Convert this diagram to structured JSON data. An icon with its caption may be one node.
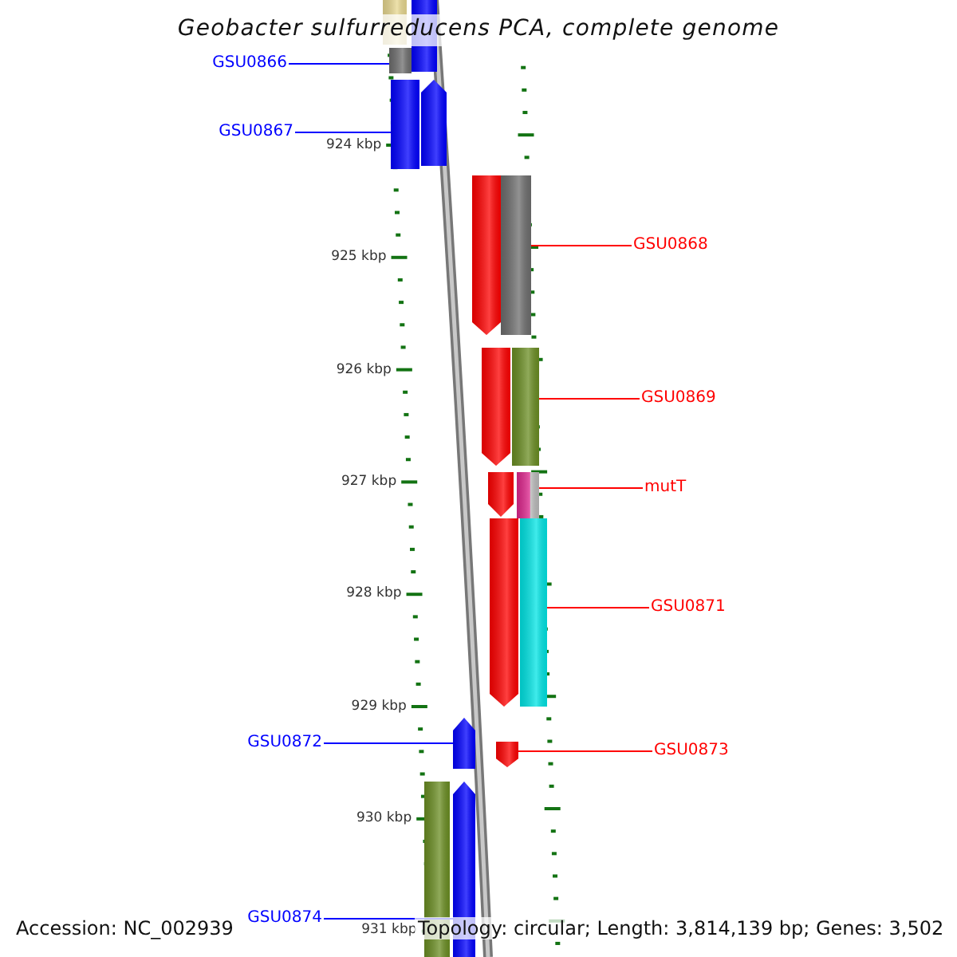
{
  "diagram": {
    "title": "Geobacter sulfurreducens PCA, complete genome",
    "nodes": [
      {
        "text": [
          "GSU0866"
        ]
      },
      {
        "text": [
          "GSU0867"
        ]
      },
      {
        "text": [
          "GSU0868"
        ]
      },
      {
        "text": [
          "GSU0869"
        ]
      },
      {
        "text": [
          "mutT"
        ]
      },
      {
        "text": [
          "GSU0871"
        ]
      },
      {
        "text": [
          "GSU0872"
        ]
      },
      {
        "text": [
          "GSU0873"
        ]
      },
      {
        "text": [
          "GSU0874"
        ]
      },
      {
        "text": [],
        "shape": "box"
      },
      {
        "text": [],
        "shape": "box"
      },
      {
        "text": [],
        "shape": "box"
      },
      {
        "text": [],
        "shape": "box"
      },
      {
        "text": [],
        "shape": "box"
      },
      {
        "text": [],
        "shape": "box"
      },
      {
        "text": [],
        "shape": "arrow"
      },
      {
        "text": [],
        "shape": "arrow"
      },
      {
        "text": [],
        "shape": "arrow"
      }
    ],
    "edges": [
      {
        "from": 0,
        "to": 9,
        "arrow": "none",
        "color": "#0000ff"
      },
      {
        "from": 1,
        "to": 10,
        "arrow": "none",
        "color": "#0000ff"
      },
      {
        "from": 2,
        "to": 11,
        "arrow": "none"
      },
      {
        "from": 3,
        "to": 12,
        "arrow": "none"
      },
      {
        "from": 4,
        "to": 13,
        "arrow": "none"
      },
      {
        "from": 5,
        "to": 14,
        "arrow": "none"
      },
      {
        "from": 6,
        "to": 15,
        "arrow": "none",
        "color": "#0000ff"
      },
      {
        "from": 7,
        "to": 16,
        "arrow": "none"
      },
      {
        "from": 8,
        "to": 17,
        "arrow": "none",
        "color": "#0000ff"
      }
    ],
    "labels": [
      "924 kbp",
      "925 kbp",
      "926 kbp",
      "927 kbp",
      "928 kbp",
      "929 kbp",
      "930 kbp",
      "931 kbp",
      "Accession: NC_002939",
      "Topology: circular; Length: 3,814,139 bp; Genes: 3,502"
    ]
  }
}
